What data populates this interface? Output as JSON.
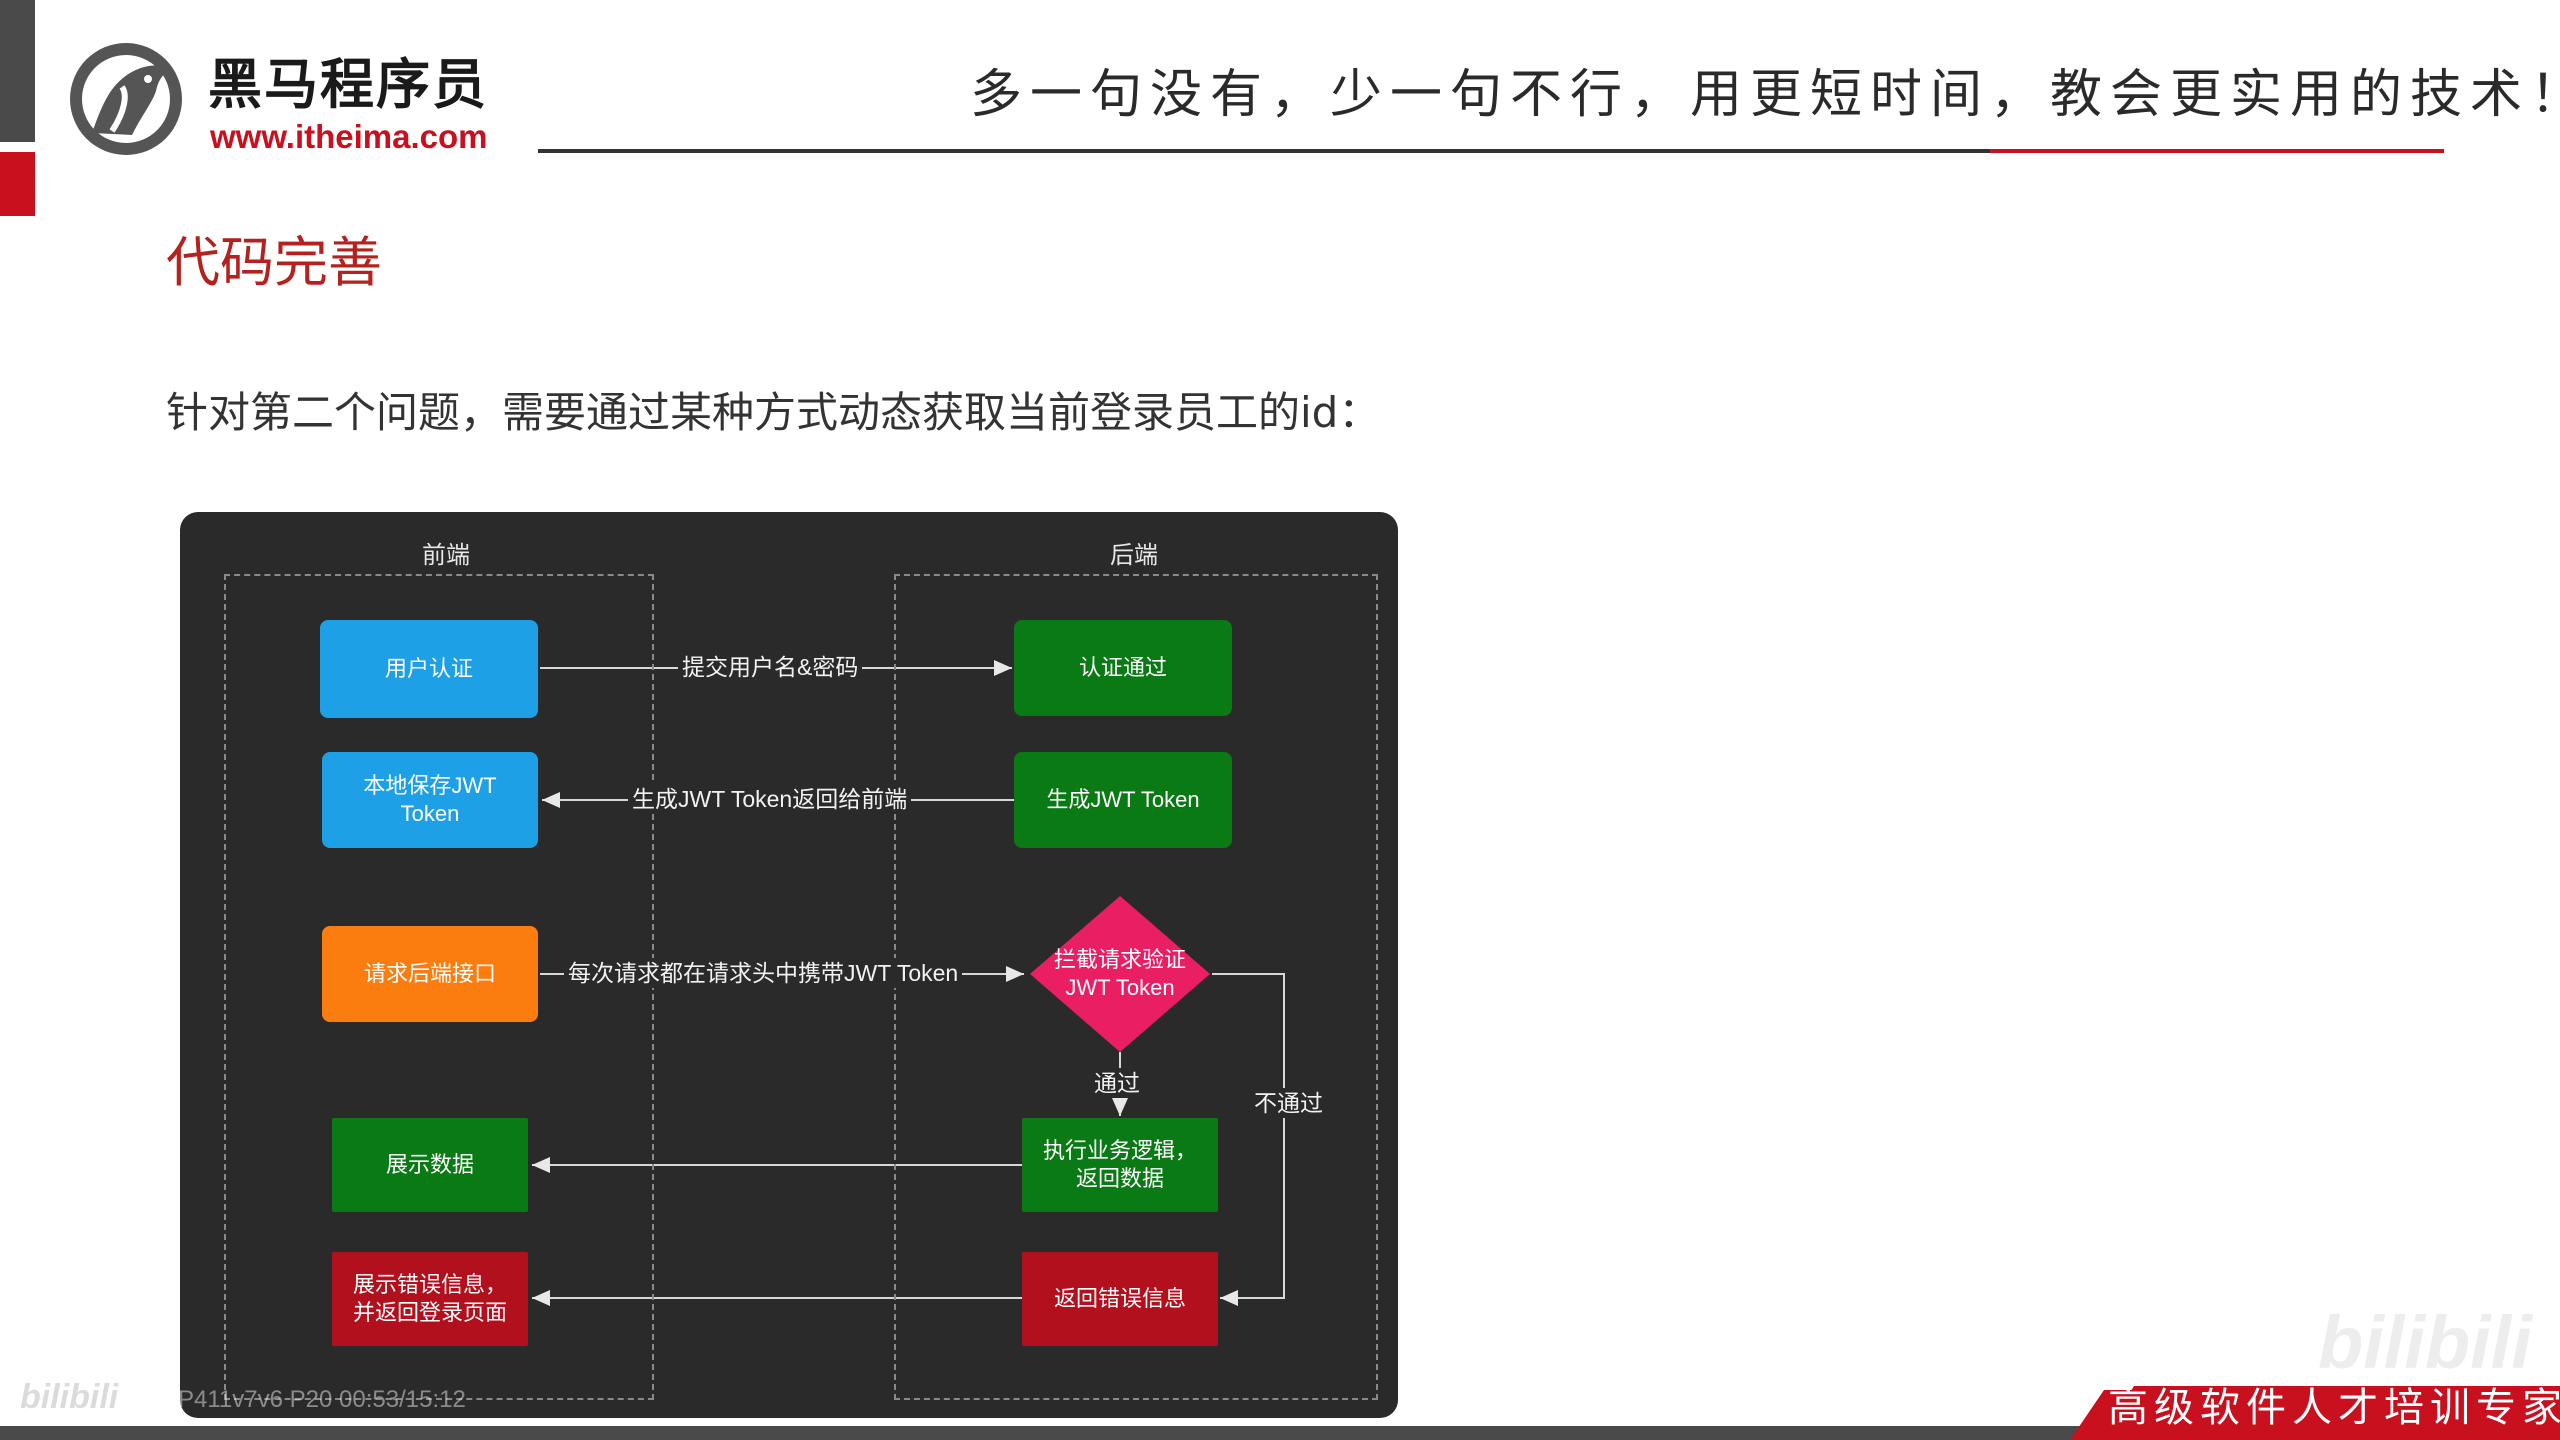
{
  "header": {
    "brand_name": "黑马程序员",
    "brand_url": "www.itheima.com",
    "slogan": "多一句没有，少一句不行，用更短时间，教会更实用的技术！"
  },
  "page": {
    "title": "代码完善",
    "lead": "针对第二个问题，需要通过某种方式动态获取当前登录员工的id："
  },
  "diagram": {
    "frontend_label": "前端",
    "backend_label": "后端",
    "nodes": {
      "user_auth": "用户认证",
      "save_jwt": "本地保存JWT\nToken",
      "request_api": "请求后端接口",
      "show_data": "展示数据",
      "show_error": "展示错误信息，\n并返回登录页面",
      "auth_passed": "认证通过",
      "gen_jwt": "生成JWT Token",
      "intercept": "拦截请求验证\nJWT Token",
      "exec_logic": "执行业务逻辑，\n返回数据",
      "return_error": "返回错误信息"
    },
    "edges": {
      "submit": "提交用户名&密码",
      "return_token": "生成JWT Token返回给前端",
      "carry_token": "每次请求都在请求头中携带JWT Token",
      "pass": "通过",
      "fail": "不通过"
    }
  },
  "video": {
    "overlay": "P411v7v6 P20 00:53/15:12",
    "watermark_left": "bilibili",
    "watermark_right": "bilibili"
  },
  "footer": {
    "tagline": "高级软件人才培训专家"
  },
  "colors": {
    "brand_red": "#c8101e",
    "node_blue": "#1ea0e6",
    "node_green": "#0a7a14",
    "node_orange": "#fb7d0f",
    "node_red": "#b3101e",
    "diamond_pink": "#e91e63",
    "diagram_bg": "#2a2a2a"
  }
}
